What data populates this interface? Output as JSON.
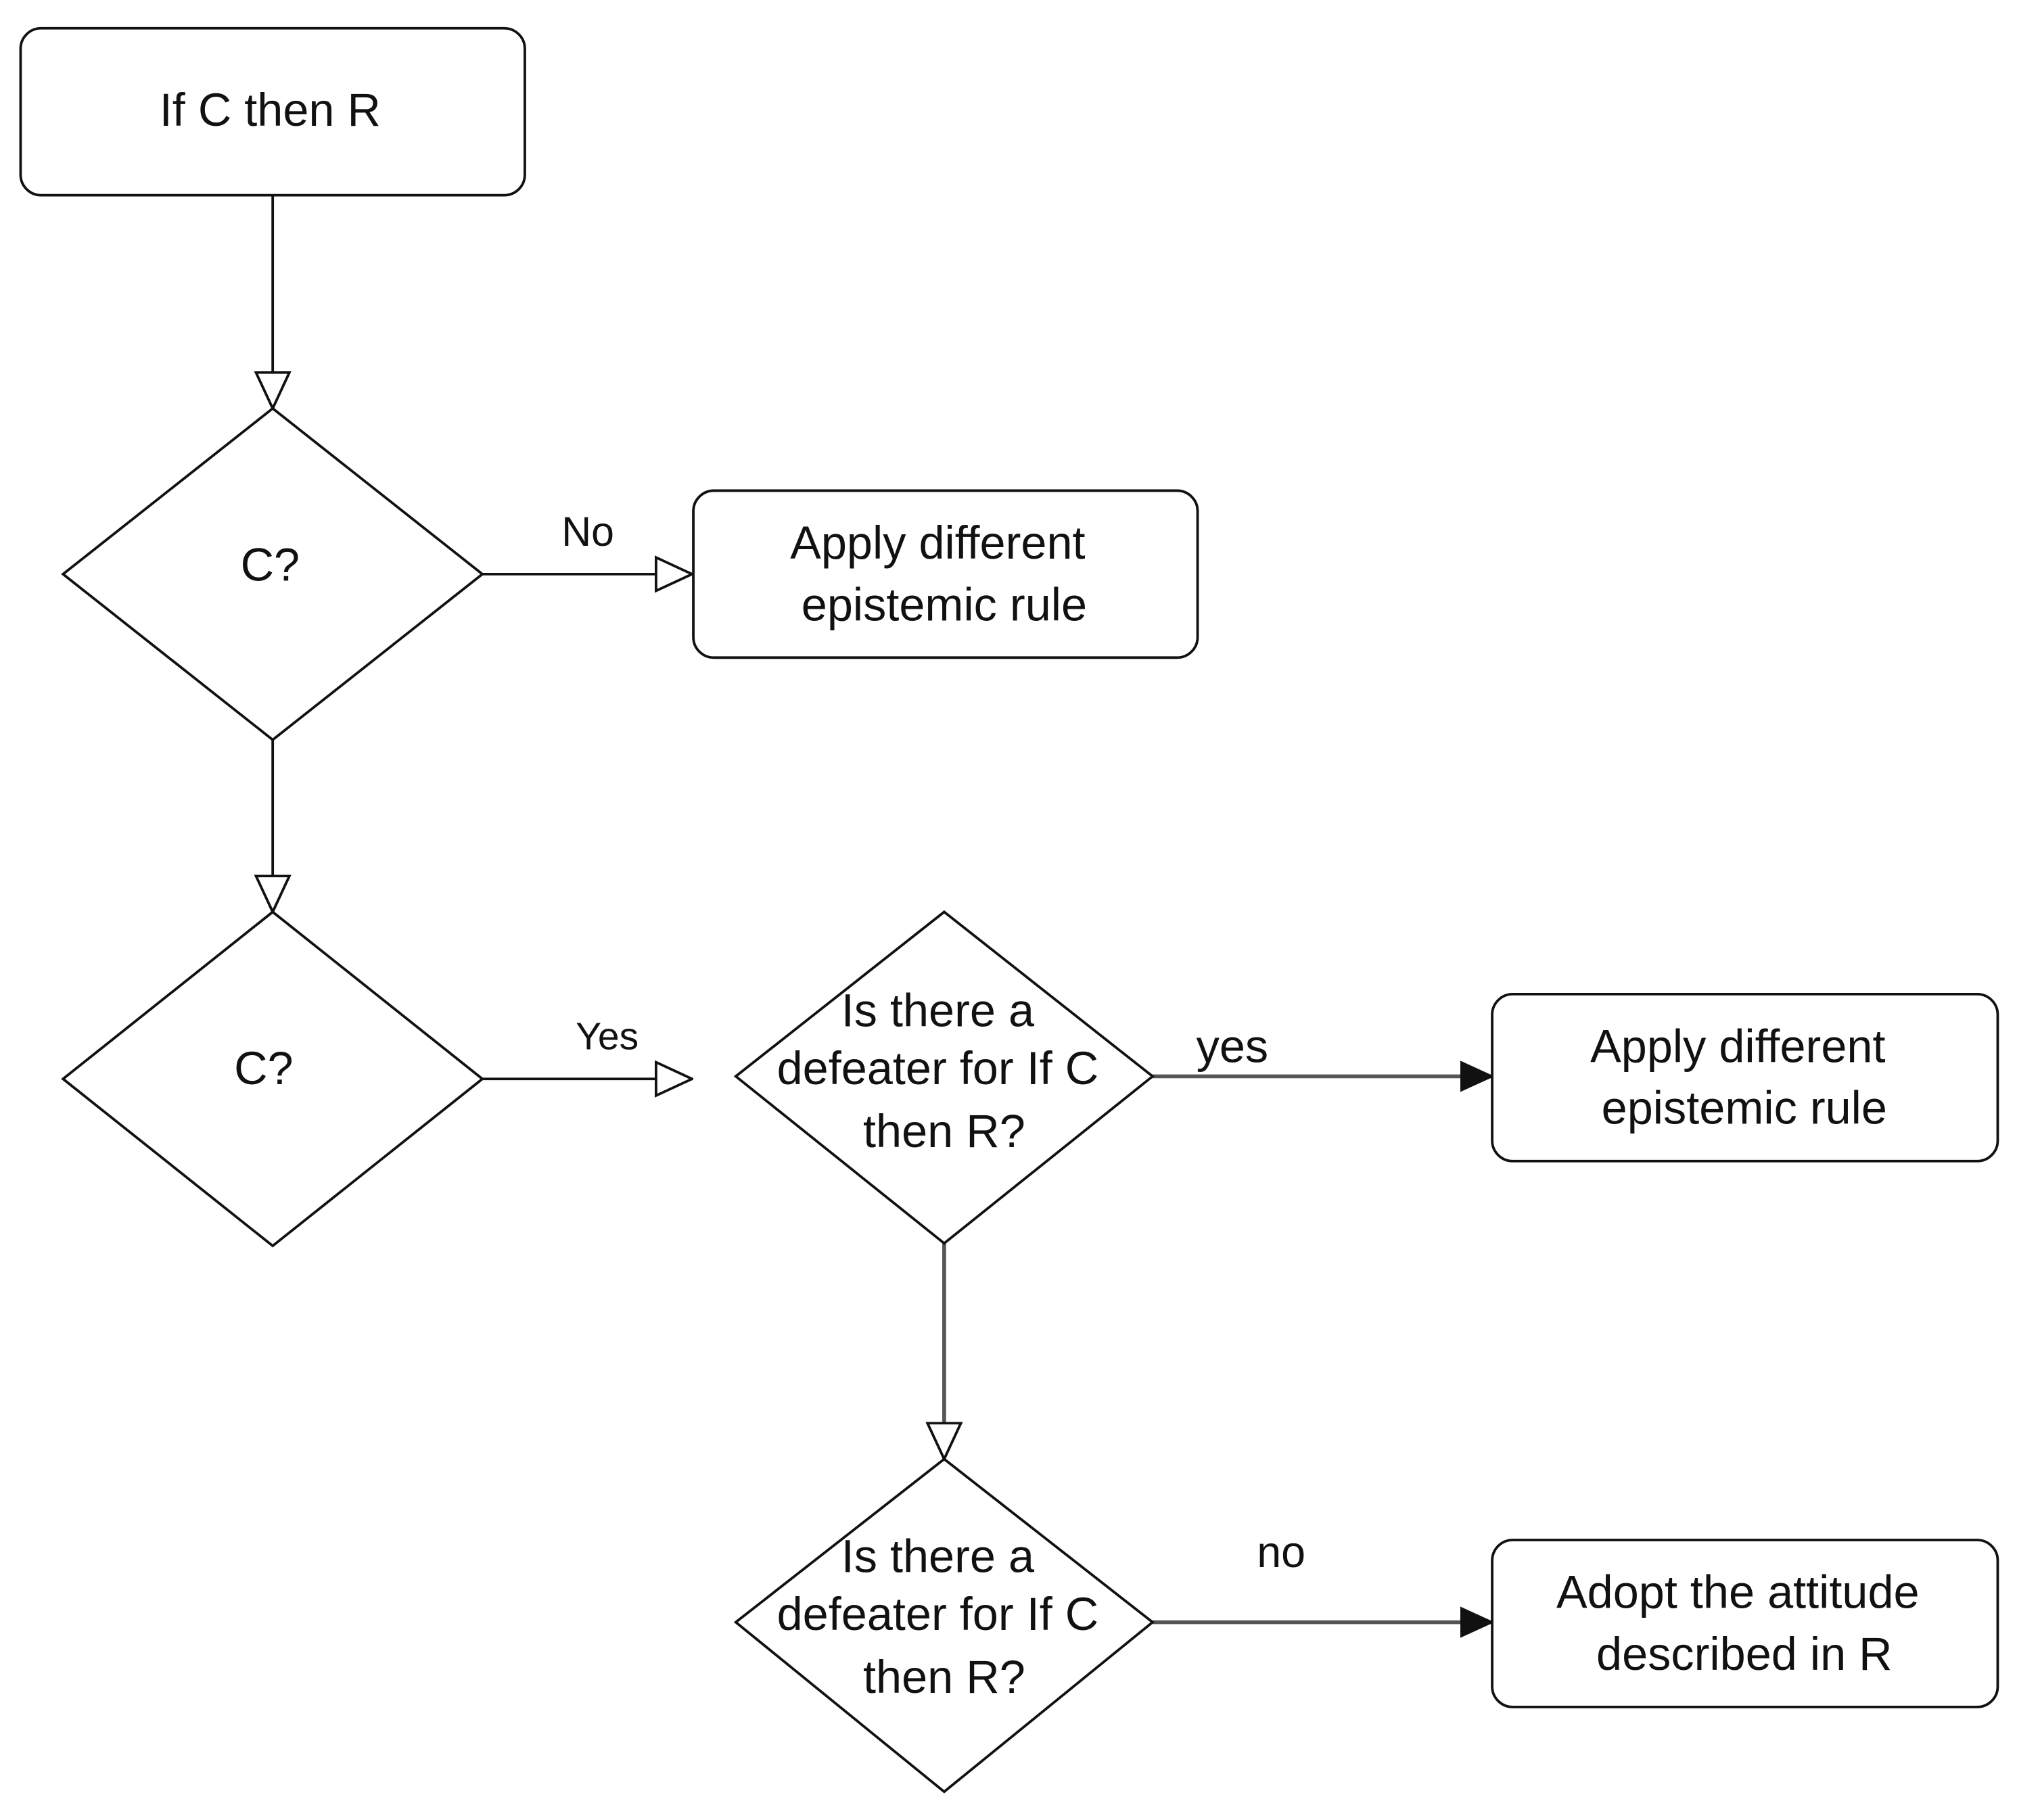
{
  "nodes": {
    "start": {
      "lines": [
        "If C then R"
      ]
    },
    "decision_c1": {
      "lines": [
        "C?"
      ]
    },
    "result_no_c": {
      "lines": [
        "Apply different",
        "epistemic rule"
      ]
    },
    "decision_c2": {
      "lines": [
        "C?"
      ]
    },
    "decision_defeater_yes": {
      "lines": [
        "Is there a",
        "defeater for If C",
        "then R?"
      ]
    },
    "result_defeater": {
      "lines": [
        "Apply different",
        "epistemic rule"
      ]
    },
    "decision_defeater_no": {
      "lines": [
        "Is there a",
        "defeater for If C",
        "then R?"
      ]
    },
    "result_adopt": {
      "lines": [
        "Adopt the attitude",
        "described in R"
      ]
    }
  },
  "edges": {
    "c1_no": {
      "label": "No"
    },
    "c2_yes": {
      "label": "Yes"
    },
    "defeater_yes": {
      "label": "yes"
    },
    "defeater_no": {
      "label": "no"
    }
  },
  "colors": {
    "stroke": "#111111",
    "gray_stroke": "#555555",
    "background": "#ffffff"
  }
}
